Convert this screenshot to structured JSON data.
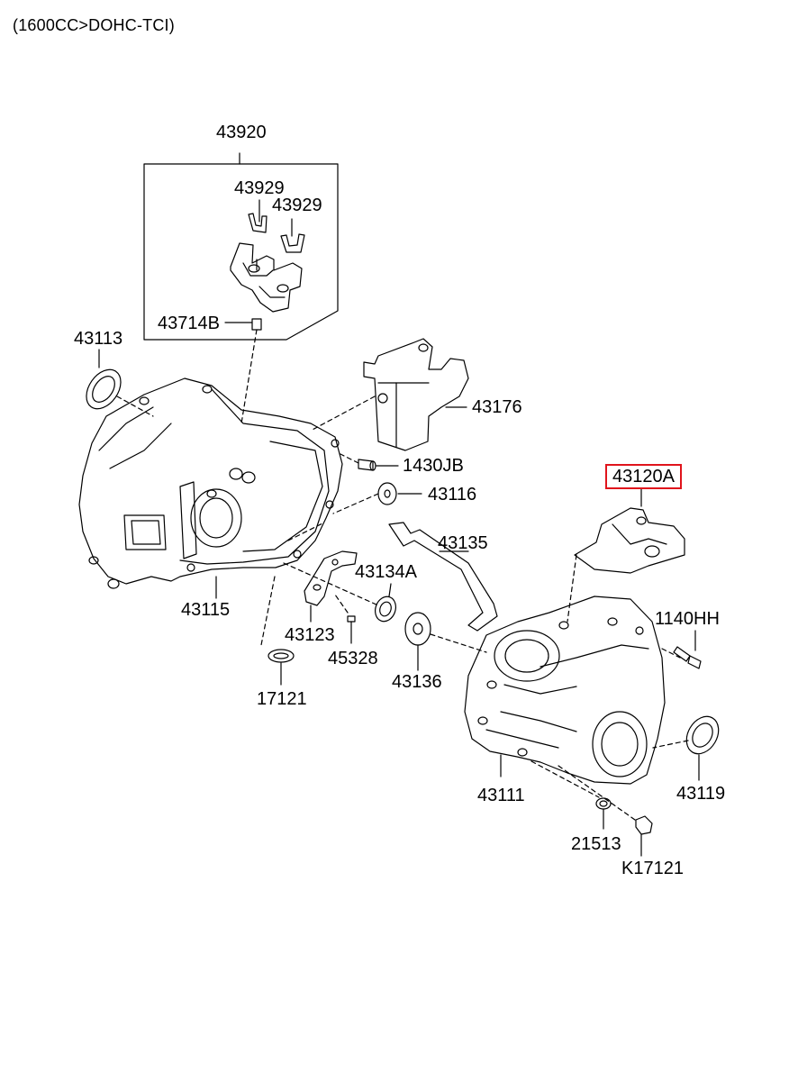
{
  "header": {
    "variant": "(1600CC>DOHC-TCI)"
  },
  "parts": {
    "p43920": "43920",
    "p43929a": "43929",
    "p43929b": "43929",
    "p43714B": "43714B",
    "p43113": "43113",
    "p43176": "43176",
    "p1430JB": "1430JB",
    "p43116": "43116",
    "p43120A": "43120A",
    "p43135": "43135",
    "p43134A": "43134A",
    "p1140HH": "1140HH",
    "p43115": "43115",
    "p43123": "43123",
    "p45328": "45328",
    "p43136": "43136",
    "p17121": "17121",
    "p43111": "43111",
    "p43119": "43119",
    "p21513": "21513",
    "pK17121": "K17121"
  },
  "colors": {
    "line": "#000000",
    "highlight": "#e0141c",
    "background": "#ffffff"
  }
}
